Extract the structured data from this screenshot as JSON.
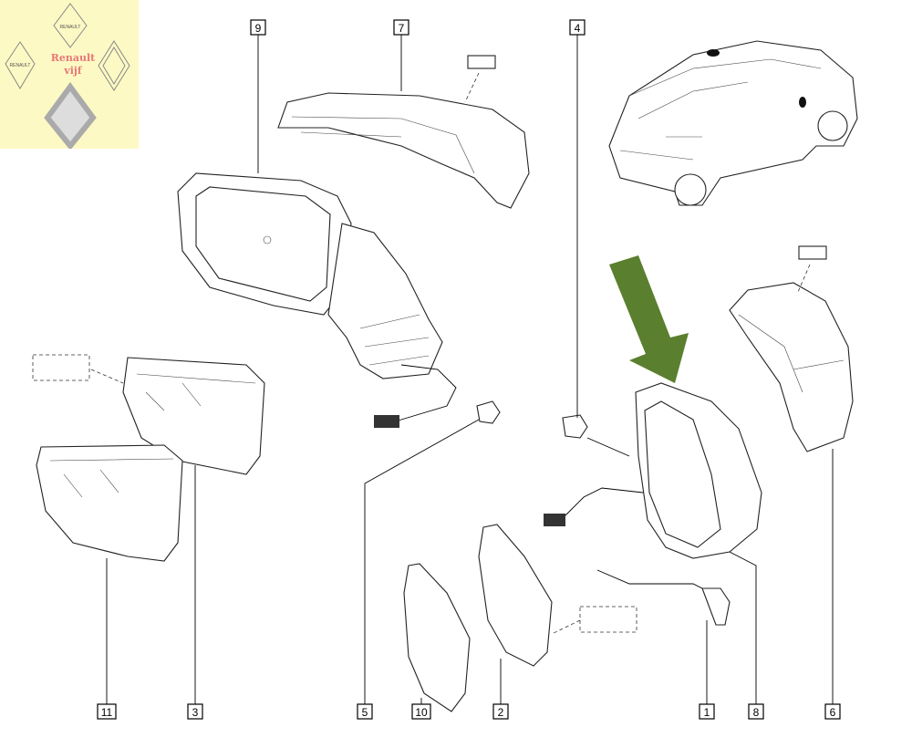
{
  "logo": {
    "line1": "Renault",
    "line2": "vijf",
    "badge_text": "RENAULT"
  },
  "callouts": {
    "c9": "9",
    "c7": "7",
    "c4": "4",
    "c11": "11",
    "c3": "3",
    "c5": "5",
    "c10": "10",
    "c2": "2",
    "c1": "1",
    "c8": "8",
    "c6": "6"
  },
  "colors": {
    "arrow": "#5a7f2e",
    "logo_bg": "#fdf9c4",
    "logo_text": "#e87878"
  }
}
